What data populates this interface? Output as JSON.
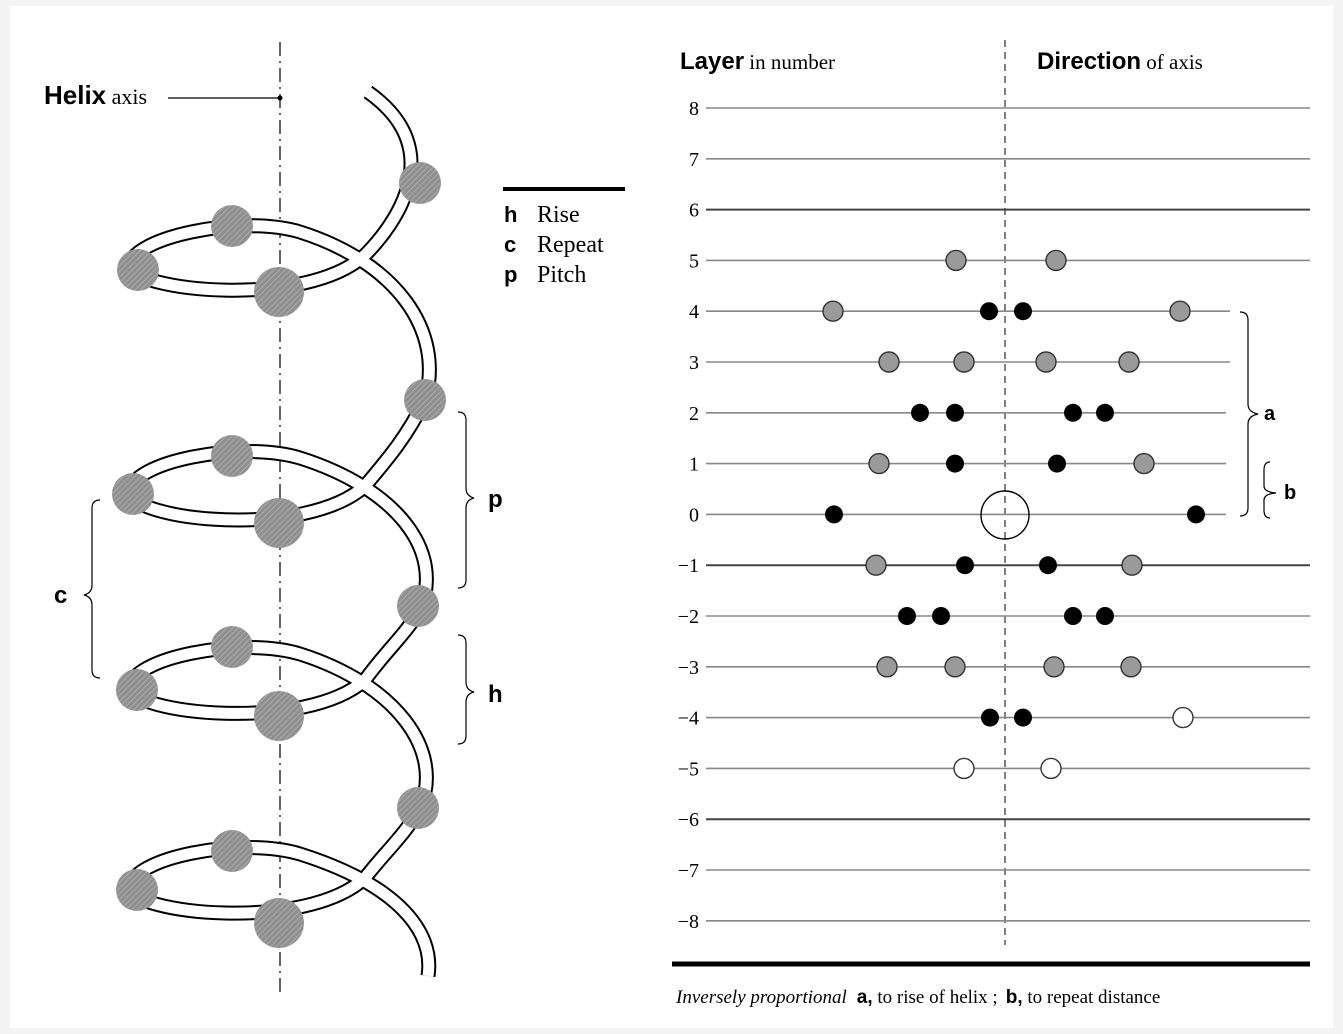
{
  "helix_axis": {
    "bold": "Helix",
    "rest": " axis"
  },
  "legend": [
    {
      "key": "h",
      "label": "Rise"
    },
    {
      "key": "c",
      "label": "Repeat"
    },
    {
      "key": "p",
      "label": "Pitch"
    }
  ],
  "brackets": {
    "p": "p",
    "h": "h",
    "c": "c",
    "a": "a",
    "b": "b"
  },
  "header": {
    "layer_bold": "Layer",
    "layer_rest": " in number",
    "direction_bold": "Direction",
    "direction_rest": " of axis"
  },
  "layers": [
    "8",
    "7",
    "6",
    "5",
    "4",
    "3",
    "2",
    "1",
    "0",
    "−1",
    "−2",
    "−3",
    "−4",
    "−5",
    "−6",
    "−7",
    "−8"
  ],
  "footer": {
    "italic": "Inversely proportional",
    "a_key": "a,",
    "a_text": " to rise of helix ;",
    "b_key": "b,",
    "b_text": " to repeat distance"
  },
  "colors": {
    "grey_dot": "#9a9a9a",
    "black_dot": "#000000",
    "open_dot": "#ffffff"
  }
}
